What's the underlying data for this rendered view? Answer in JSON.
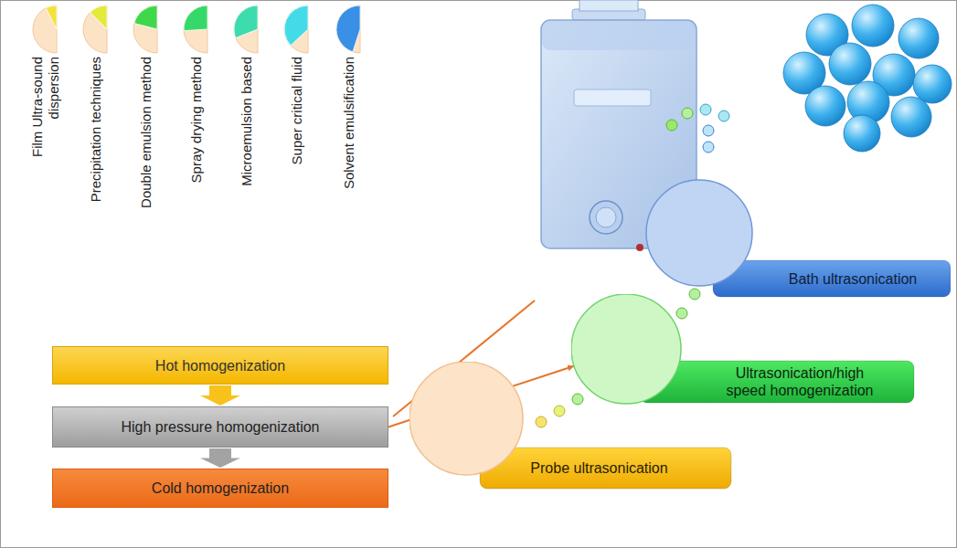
{
  "diagram": {
    "nodes": [
      {
        "text": [
          "Hot homogenization"
        ]
      },
      {
        "text": [
          "High pressure homogenization"
        ]
      },
      {
        "text": [
          "Cold homogenization"
        ]
      },
      {
        "text": [
          "Bath ultrasonication"
        ]
      },
      {
        "text": [
          "Ultrasonication/high speed homogenization"
        ]
      },
      {
        "text": [
          "Probe ultrasonication"
        ]
      }
    ],
    "edges": [
      {
        "from": 0,
        "to": 1,
        "arrow": "to"
      },
      {
        "from": 1,
        "to": 2,
        "arrow": "to"
      },
      {
        "from": 1,
        "to": 4,
        "arrow": "to"
      }
    ],
    "labels": [
      "Film Ultra-sound dispersion",
      "Precipitation techniques",
      "Double emulsion method",
      "Spray drying method",
      "Microemulsion based",
      "Super critical fluid",
      "Solvent emulsification"
    ]
  }
}
